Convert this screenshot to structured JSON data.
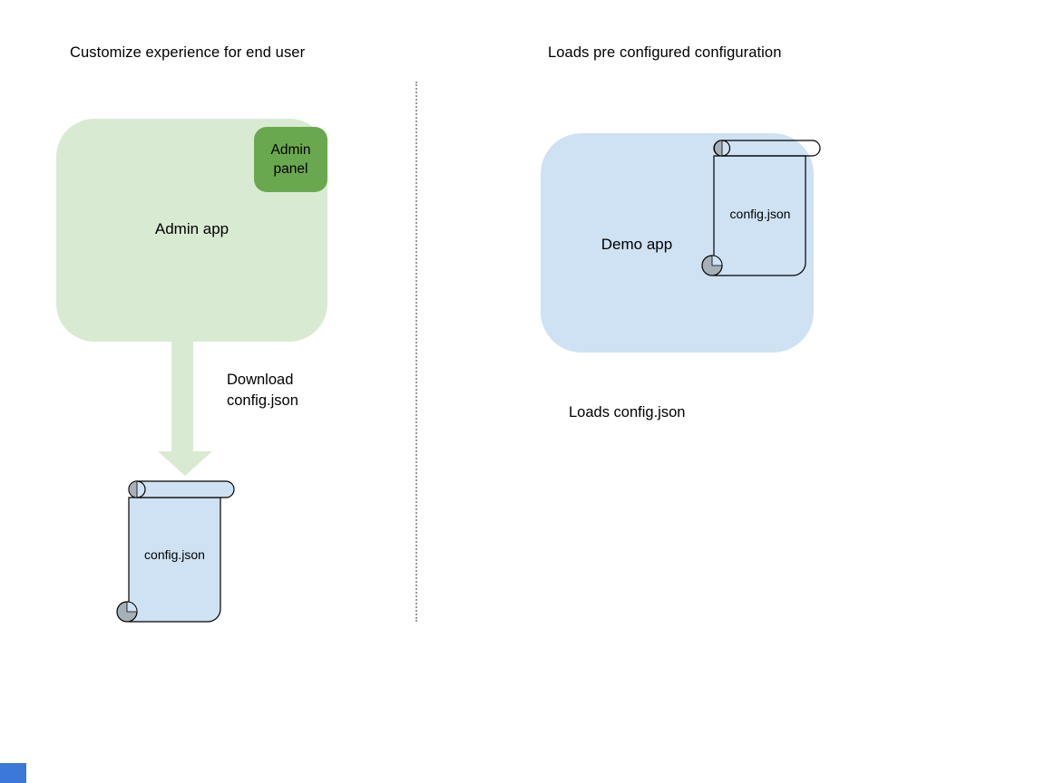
{
  "left": {
    "title": "Customize experience for end user",
    "app_label": "Admin app",
    "panel_label": "Admin panel",
    "arrow_caption": "Download\nconfig.json",
    "file_label": "config.json"
  },
  "right": {
    "title": "Loads pre configured configuration",
    "app_label": "Demo app",
    "file_label": "config.json",
    "caption": "Loads config.json"
  },
  "colors": {
    "admin_app_fill": "#d9ead3",
    "admin_panel_fill": "#6aa84f",
    "arrow_fill": "#d9ead3",
    "file_scroll_fill": "#cfe2f3",
    "demo_app_fill": "#cfe2f3",
    "scroll_curl_gray": "#a7b0b8",
    "shape_outline": "#000000",
    "divider_dotted": "#9a9a9a",
    "corner_marker_blue": "#3c78d8"
  }
}
